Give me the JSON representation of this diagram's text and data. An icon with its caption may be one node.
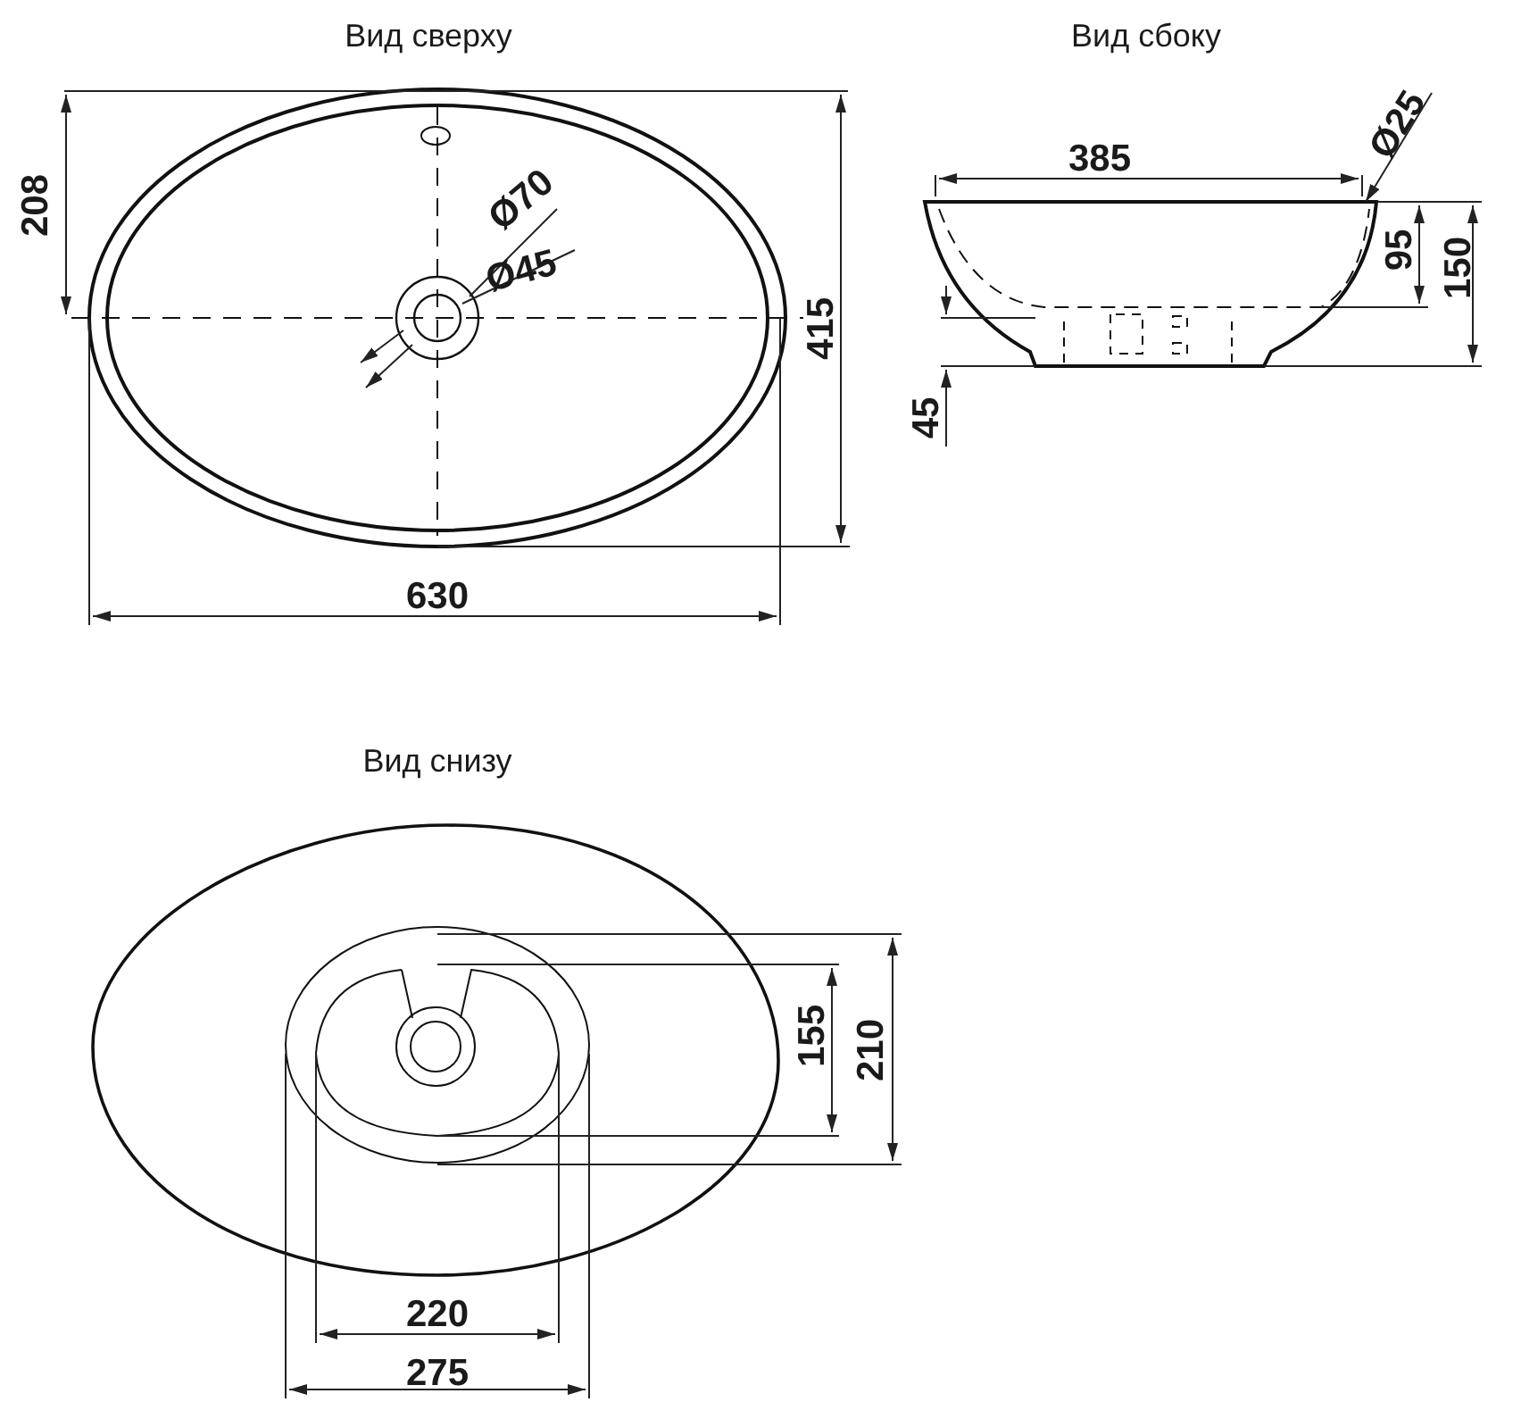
{
  "diagram": {
    "labels": [
      "Вид сверху",
      "Вид сбоку",
      "208",
      "385",
      "Ø25",
      "Ø70",
      "Ø45",
      "95",
      "150",
      "415",
      "45",
      "630",
      "Вид снизу",
      "155",
      "210",
      "220",
      "275"
    ]
  }
}
